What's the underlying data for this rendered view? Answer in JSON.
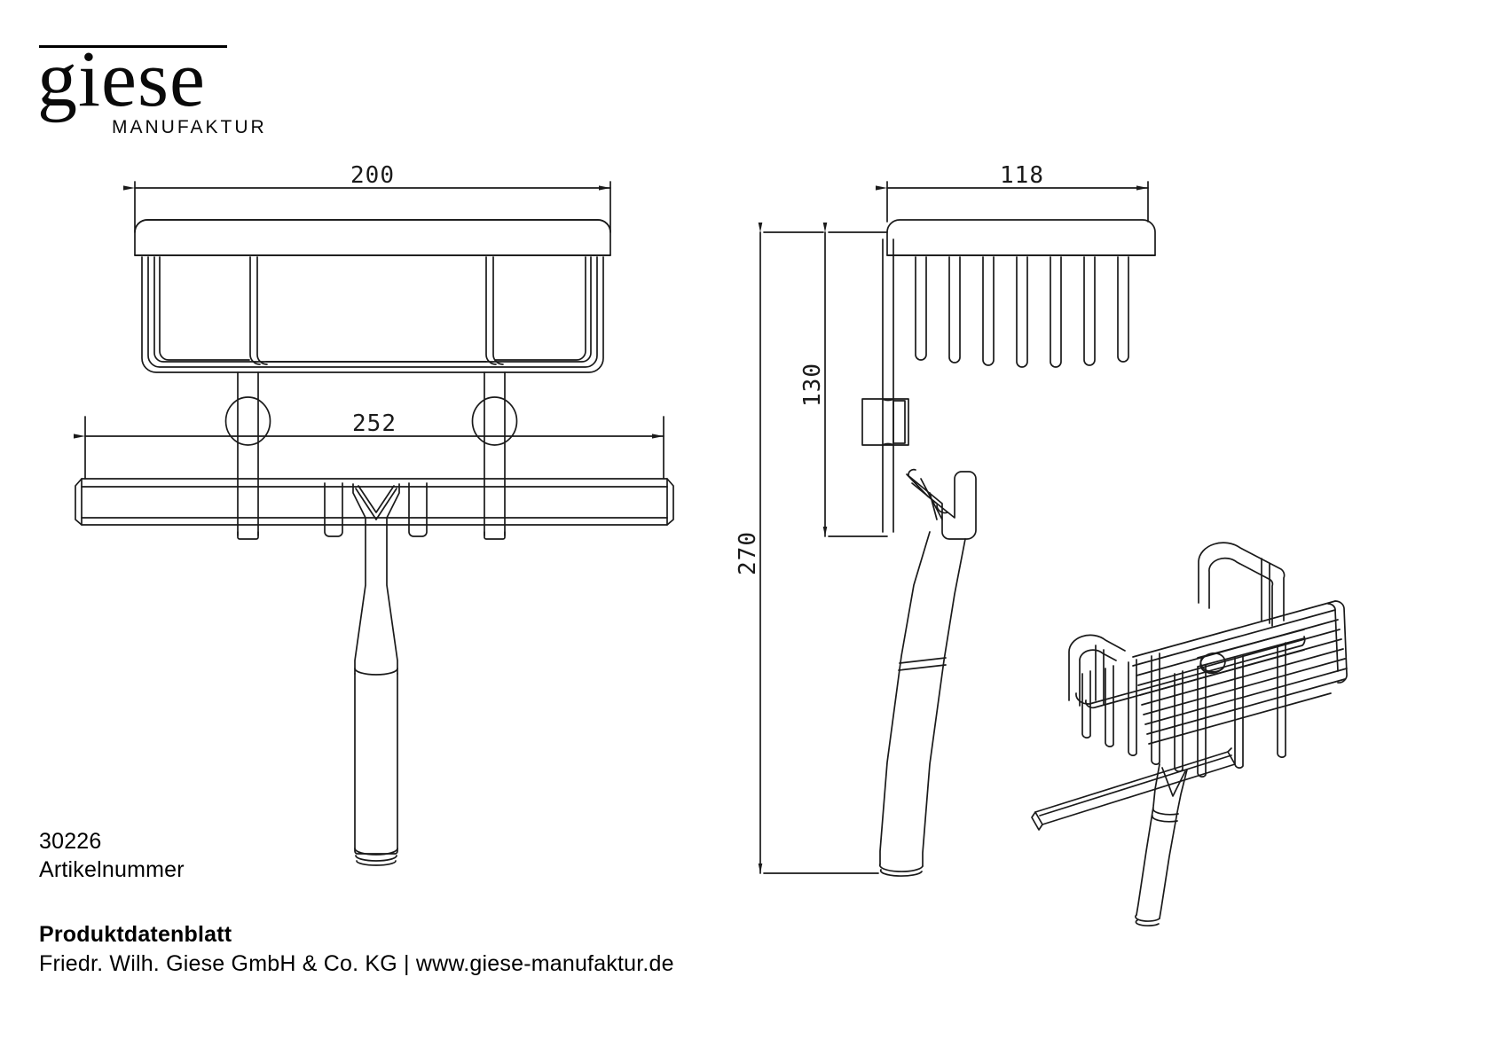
{
  "brand": {
    "name": "giese",
    "tagline": "MANUFAKTUR"
  },
  "product": {
    "article_number": "30226",
    "article_number_label": "Artikelnummer"
  },
  "footer": {
    "title": "Produktdatenblatt",
    "company_line": "Friedr. Wilh. Giese GmbH & Co. KG | www.giese-manufaktur.de"
  },
  "drawing": {
    "line_color": "#1a1a1a",
    "dimensions": {
      "front_width": "200",
      "front_mount_width": "252",
      "side_depth": "118",
      "side_basket_height": "130",
      "side_total_height": "270"
    },
    "views": [
      {
        "name": "front-elevation"
      },
      {
        "name": "side-elevation"
      },
      {
        "name": "isometric-perspective"
      }
    ]
  }
}
